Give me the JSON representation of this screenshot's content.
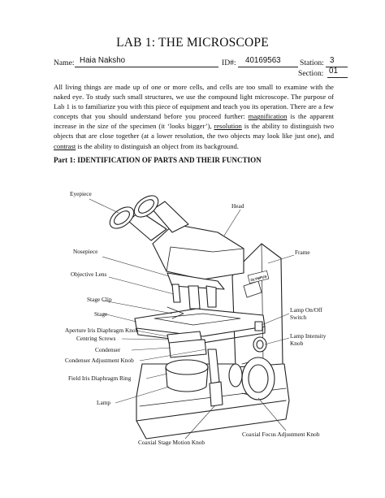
{
  "header": {
    "title": "LAB 1: THE MICROSCOPE",
    "name_label": "Name:",
    "name_value": "Haia Naksho",
    "id_label": "ID#:",
    "id_value": "40169563",
    "station_label": "Station:",
    "station_value": "3",
    "section_label": "Section:",
    "section_value": "01"
  },
  "intro": {
    "text_1": "All living things are made up of one or more cells, and cells are too small to examine with the naked eye.  To study such small structures, we use the compound light microscope.  The purpose of Lab 1 is to familiarize you with this piece of equipment and teach you its operation.  There are a few concepts that you should understand before you proceed further: ",
    "term_magnification": "magnification",
    "text_2": " is the apparent increase in the size of the specimen (it ‘looks bigger’), ",
    "term_resolution": "resolution",
    "text_3": " is the ability to distinguish two objects that are close together (at a lower resolution, the two objects may look like just one), and ",
    "term_contrast": "contrast",
    "text_4": " is the ability to distinguish an object from its background."
  },
  "part1_heading": "Part 1: IDENTIFICATION OF PARTS AND THEIR FUNCTION",
  "figure": {
    "brand": "OLYMPUS",
    "labels": {
      "eyepiece": "Eyepiece",
      "head": "Head",
      "nosepiece": "Nosepiece",
      "frame": "Frame",
      "objective_lens": "Objective Lens",
      "stage_clip": "Stage Clip",
      "stage": "Stage",
      "lamp_switch_1": "Lamp On/Off",
      "lamp_switch_2": "Switch",
      "aperture_iris": "Aperture Iris Diaphragm Knob",
      "centring_screws": "Centring Screws",
      "lamp_intensity_1": "Lamp Intensity",
      "lamp_intensity_2": "Knob",
      "condenser": "Condenser",
      "condenser_adjustment": "Condenser Adjustment Knob",
      "field_iris": "Field Iris Diaphragm Ring",
      "lamp": "Lamp",
      "coaxial_focus": "Coaxial Focus Adjustment Knob",
      "coaxial_stage": "Coaxial Stage Motion Knob"
    }
  }
}
